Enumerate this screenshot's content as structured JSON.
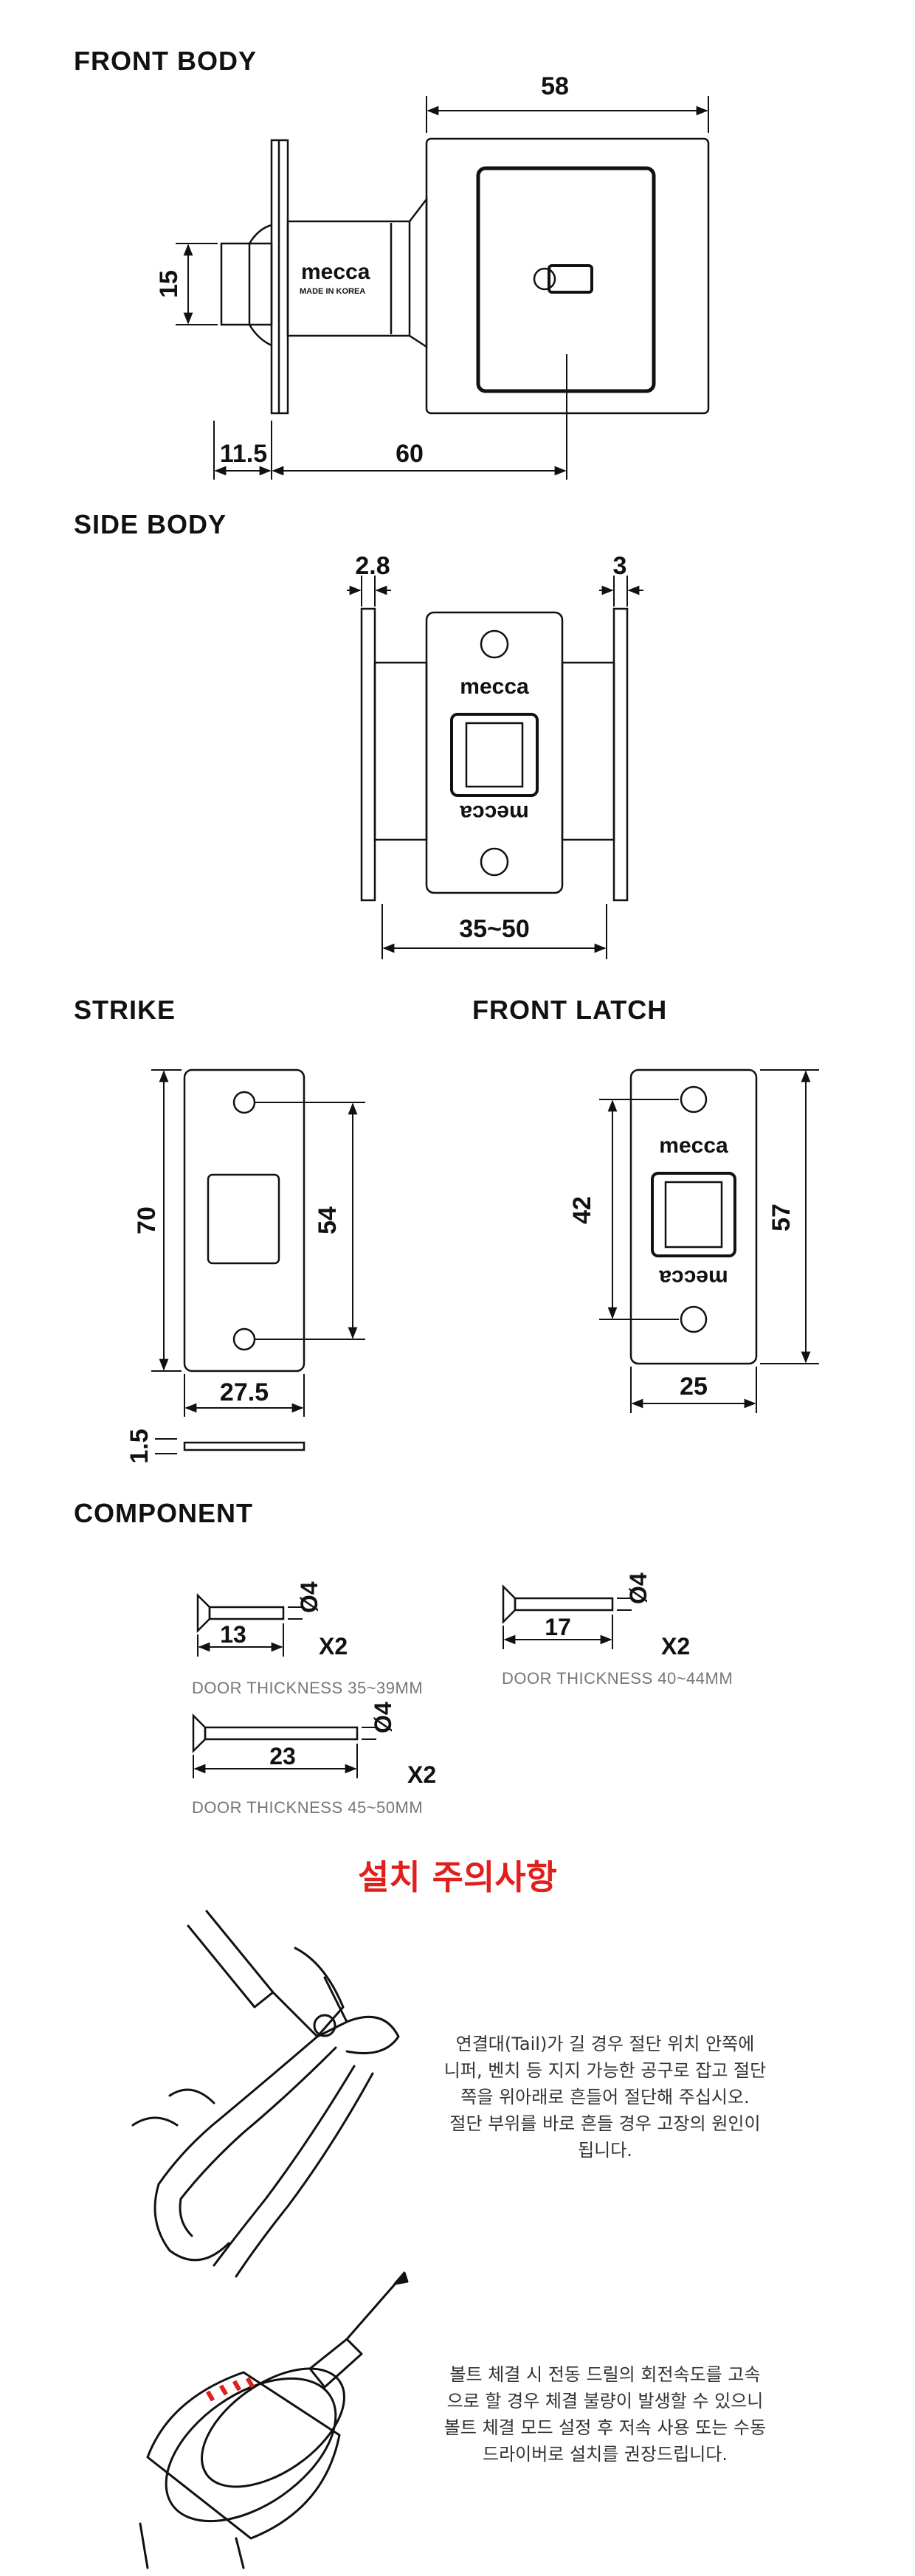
{
  "sections": {
    "front_body": "FRONT BODY",
    "side_body": "SIDE BODY",
    "strike": "STRIKE",
    "front_latch": "FRONT LATCH",
    "component": "COMPONENT"
  },
  "front_body": {
    "dim_width": "58",
    "dim_height": "15",
    "dim_flange": "11.5",
    "dim_length": "60",
    "brand": "mecca",
    "made_in": "MADE IN KOREA"
  },
  "side_body": {
    "dim_left": "2.8",
    "dim_right": "3",
    "dim_range": "35~50",
    "brand": "mecca"
  },
  "strike": {
    "dim_height": "70",
    "dim_hole": "54",
    "dim_width": "27.5",
    "dim_thickness": "1.5"
  },
  "front_latch": {
    "dim_hole": "42",
    "dim_height": "57",
    "dim_width": "25",
    "brand": "mecca"
  },
  "component": {
    "diameter": "Ø4",
    "screws": [
      {
        "length": "13",
        "qty": "X2",
        "thickness": "DOOR THICKNESS 35~39MM"
      },
      {
        "length": "17",
        "qty": "X2",
        "thickness": "DOOR THICKNESS 40~44MM"
      },
      {
        "length": "23",
        "qty": "X2",
        "thickness": "DOOR THICKNESS 45~50MM"
      }
    ]
  },
  "caution": {
    "title": "설치 주의사항",
    "note_tail": "연결대(Tail)가 길 경우 절단 위치 안쪽에\n니퍼, 벤치 등 지지 가능한 공구로 잡고 절단\n쪽을 위아래로 흔들어 절단해 주십시오.\n절단 부위를 바로 흔들 경우 고장의 원인이\n됩니다.",
    "note_drill": "볼트 체결 시 전동 드릴의 회전속도를 고속\n으로 할 경우 체결 불량이 발생할 수 있으니\n볼트 체결 모드 설정 후 저속 사용 또는 수동\n드라이버로 설치를 권장드립니다."
  }
}
